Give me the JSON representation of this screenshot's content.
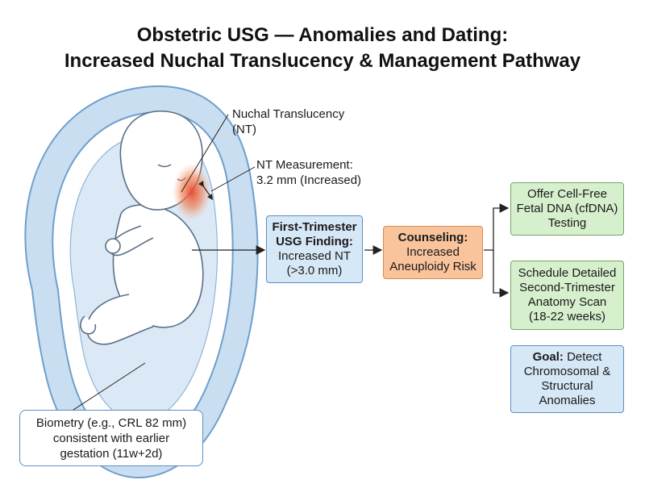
{
  "title": {
    "line1": "Obstetric USG — Anomalies and Dating:",
    "line2": "Increased Nuchal Translucency & Management Pathway"
  },
  "annotations": {
    "nt_line1": "Nuchal Translucency",
    "nt_line2": "(NT)",
    "measure_line1": "NT Measurement:",
    "measure_line2": "3.2 mm (Increased)"
  },
  "biometry": {
    "line1": "Biometry (e.g., CRL 82 mm)",
    "line2": "consistent with earlier",
    "line3": "gestation (11w+2d)"
  },
  "finding": {
    "bold1": "First-Trimester",
    "bold2": "USG Finding:",
    "line3": "Increased NT",
    "line4": "(>3.0 mm)"
  },
  "counseling": {
    "bold1": "Counseling:",
    "line2": "Increased",
    "line3": "Aneuploidy Risk"
  },
  "cfdna": {
    "line1": "Offer Cell-Free",
    "line2": "Fetal DNA (cfDNA)",
    "line3": "Testing"
  },
  "scan": {
    "line1": "Schedule Detailed",
    "line2": "Second-Trimester",
    "line3": "Anatomy Scan",
    "line4": "(18-22 weeks)"
  },
  "goal": {
    "bold": "Goal:",
    "line1_rest": " Detect",
    "line2": "Chromosomal &",
    "line3": "Structural",
    "line4": "Anomalies"
  },
  "colors": {
    "blue_fill": "#d6e7f6",
    "orange_fill": "#f9c49c",
    "green_fill": "#d6efcd",
    "nt_highlight": "#e8472a"
  }
}
